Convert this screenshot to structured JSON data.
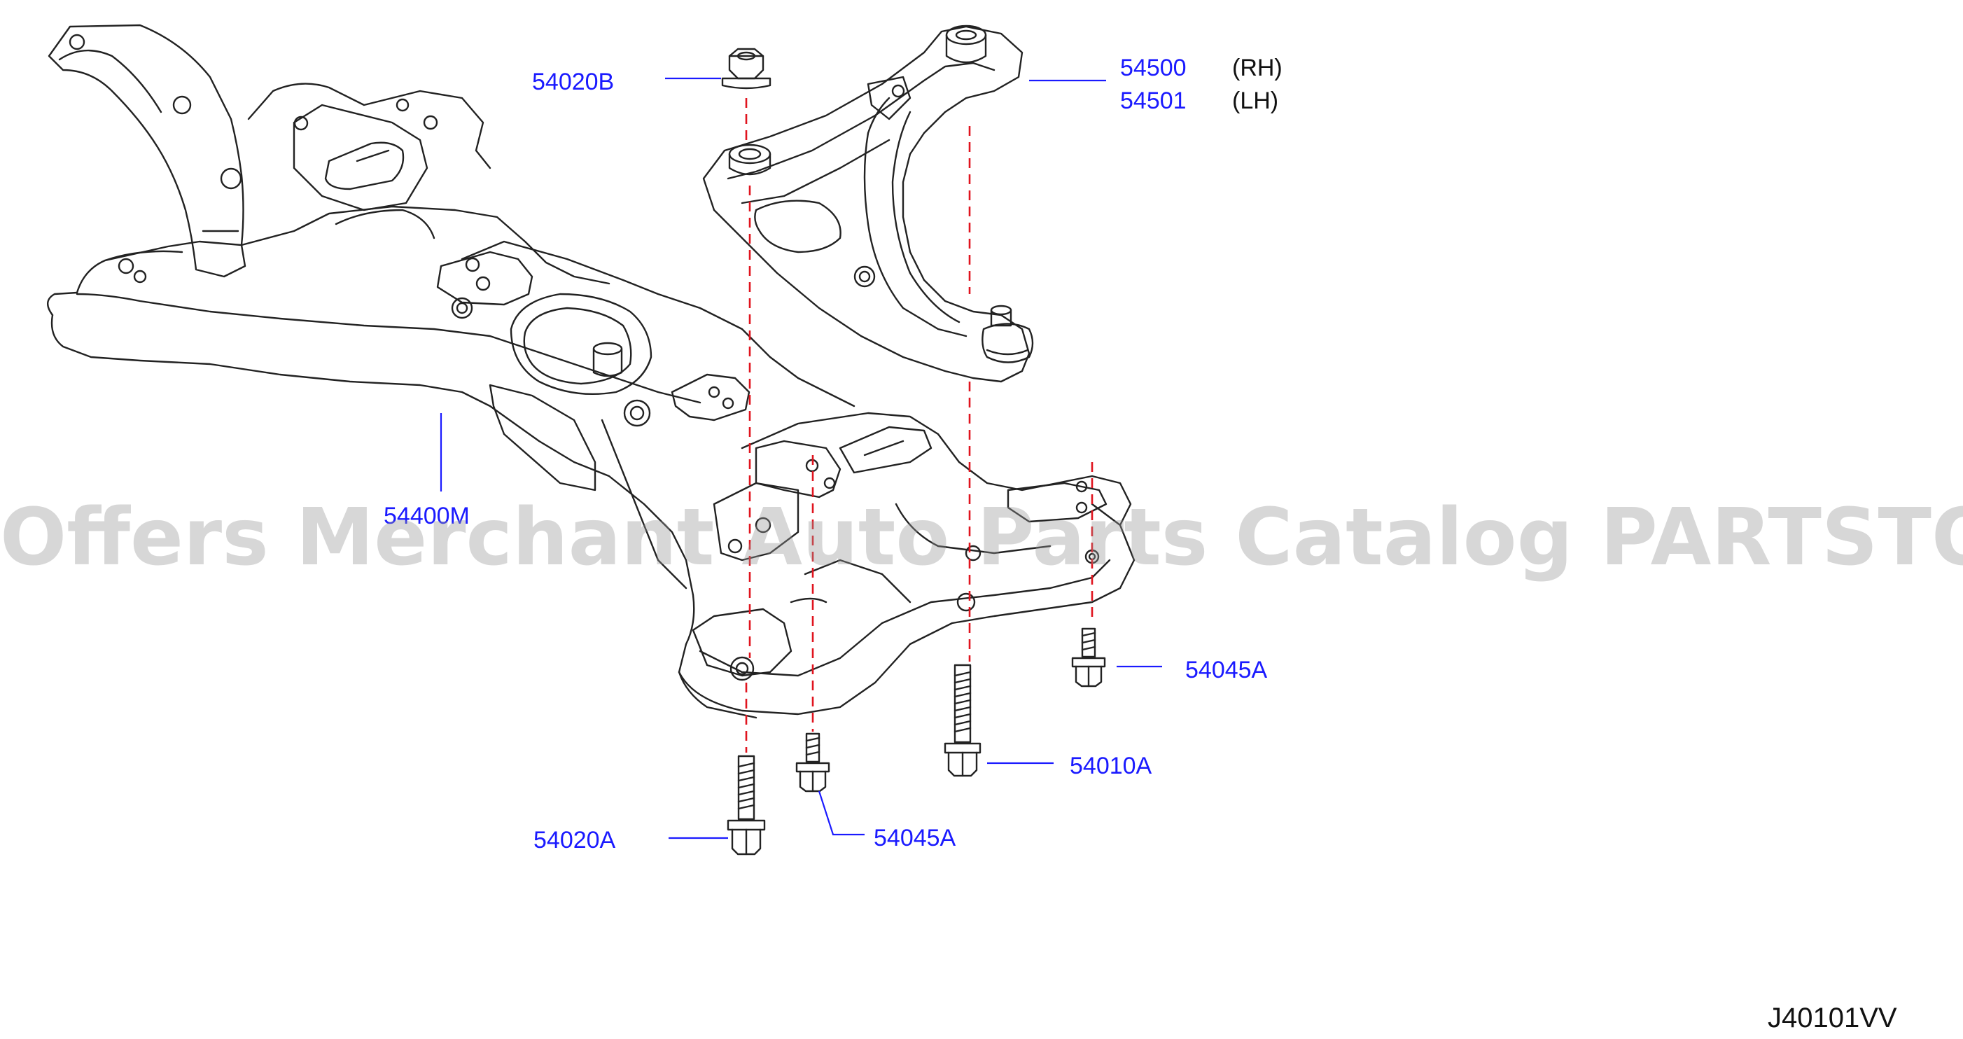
{
  "callouts": {
    "p54020B": "54020B",
    "p54500": "54500",
    "p54501": "54501",
    "p54400M": "54400M",
    "p54045A_right": "54045A",
    "p54010A": "54010A",
    "p54020A": "54020A",
    "p54045A_bottom": "54045A"
  },
  "sides": {
    "rh": "(RH)",
    "lh": "(LH)"
  },
  "diagram_code": "J40101VV",
  "watermark": "Offers Merchant Auto Parts Catalog PARTSTORE.SA",
  "colors": {
    "callout": "#1a1aff",
    "leader": "#1a1aff",
    "centerline": "#e0141e",
    "outline": "#222222"
  }
}
